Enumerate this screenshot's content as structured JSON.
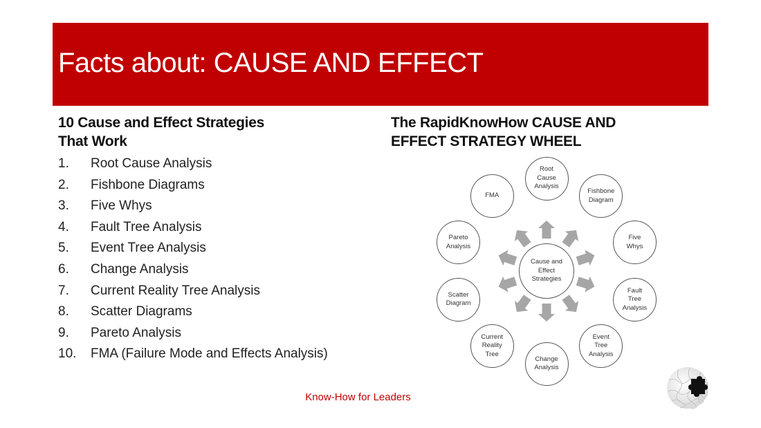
{
  "header": {
    "title_prefix": "Facts about: ",
    "title_topic": "CAUSE AND EFFECT",
    "background_color": "#c00000"
  },
  "left": {
    "heading_line1": "10 Cause and Effect Strategies",
    "heading_line2": "That Work",
    "items": [
      {
        "num": "1.",
        "label": "Root Cause Analysis"
      },
      {
        "num": "2.",
        "label": "Fishbone Diagrams"
      },
      {
        "num": "3.",
        "label": "Five Whys"
      },
      {
        "num": "4.",
        "label": "Fault Tree Analysis"
      },
      {
        "num": "5.",
        "label": "Event Tree Analysis"
      },
      {
        "num": "6.",
        "label": "Change Analysis"
      },
      {
        "num": "7.",
        "label": "Current Reality Tree Analysis"
      },
      {
        "num": "8.",
        "label": "Scatter Diagrams"
      },
      {
        "num": "9.",
        "label": "Pareto Analysis"
      },
      {
        "num": "10.",
        "label": "FMA (Failure Mode and Effects Analysis)"
      }
    ]
  },
  "right": {
    "heading_line1": "The RapidKnowHow CAUSE AND",
    "heading_line2": "EFFECT STRATEGY WHEEL",
    "wheel": {
      "center": {
        "lines": [
          "Cause and",
          "Effect",
          "Strategies"
        ]
      },
      "nodes": [
        {
          "id": "root-cause-analysis",
          "lines": [
            "Root",
            "Cause",
            "Analysis"
          ]
        },
        {
          "id": "fishbone-diagram",
          "lines": [
            "Fishbone",
            "Diagram"
          ]
        },
        {
          "id": "five-whys",
          "lines": [
            "Five",
            "Whys"
          ]
        },
        {
          "id": "fault-tree-analysis",
          "lines": [
            "Fault",
            "Tree",
            "Analysis"
          ]
        },
        {
          "id": "event-tree-analysis",
          "lines": [
            "Event",
            "Tree",
            "Analysis"
          ]
        },
        {
          "id": "change-analysis",
          "lines": [
            "Change",
            "Analysis"
          ]
        },
        {
          "id": "current-reality-tree",
          "lines": [
            "Current",
            "Reality",
            "Tree"
          ]
        },
        {
          "id": "scatter-diagram",
          "lines": [
            "Scatter",
            "Diagram"
          ]
        },
        {
          "id": "pareto-analysis",
          "lines": [
            "Pareto",
            "Analysis"
          ]
        },
        {
          "id": "fma",
          "lines": [
            "FMA"
          ]
        }
      ],
      "arrow_color": "#a6a6a6"
    }
  },
  "footer": {
    "text": "Know-How for Leaders",
    "color": "#c00000"
  },
  "logo": {
    "icon": "puzzle-icon"
  }
}
